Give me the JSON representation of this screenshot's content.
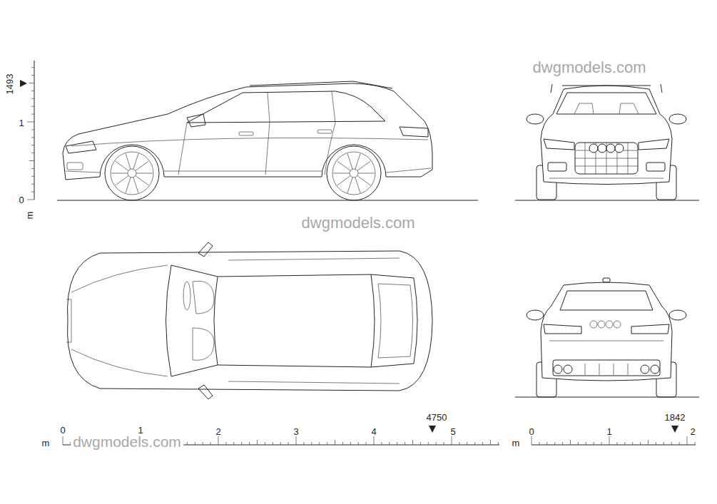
{
  "diagram": {
    "labels": [
      "1493",
      "1",
      "0",
      "m",
      "dwgmodels.com",
      "dwgmodels.com",
      "dwgmodels.com",
      "4750",
      "0",
      "1",
      "2",
      "3",
      "4",
      "5",
      "m",
      "1842",
      "0",
      "1",
      "2",
      "m"
    ]
  }
}
